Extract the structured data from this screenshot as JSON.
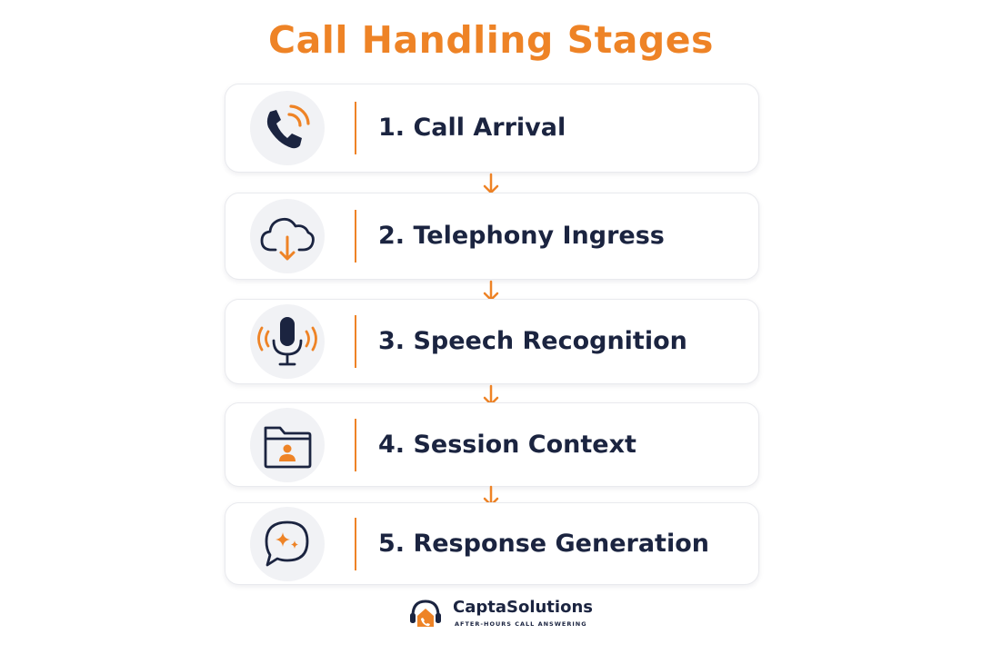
{
  "title": "Call Handling Stages",
  "colors": {
    "accent": "#ee8326",
    "text": "#1b2440",
    "icon_bg": "#f1f2f5"
  },
  "stages": [
    {
      "label": "1. Call Arrival",
      "icon": "phone-ringing-icon"
    },
    {
      "label": "2. Telephony Ingress",
      "icon": "cloud-download-icon"
    },
    {
      "label": "3. Speech Recognition",
      "icon": "microphone-icon"
    },
    {
      "label": "4. Session Context",
      "icon": "folder-user-icon"
    },
    {
      "label": "5. Response Generation",
      "icon": "chat-sparkle-icon"
    }
  ],
  "brand": {
    "name": "CaptaSolutions",
    "tagline": "AFTER-HOURS CALL ANSWERING",
    "logo_icon": "headset-house-logo"
  }
}
